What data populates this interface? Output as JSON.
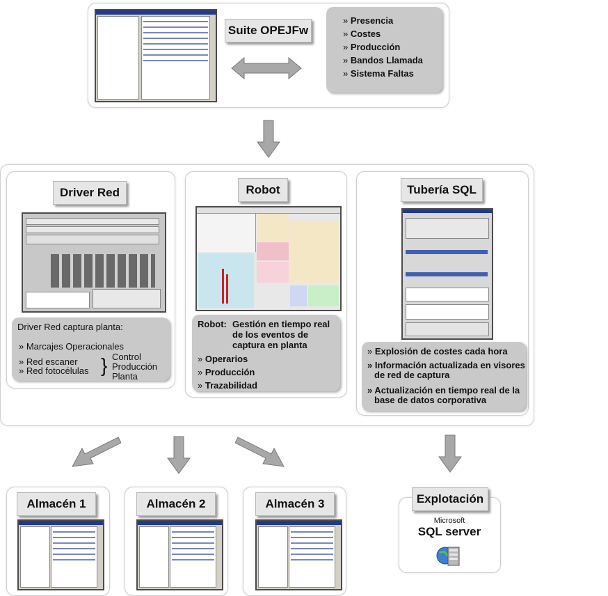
{
  "suite": {
    "title": "Suite OPEJFw",
    "modules": [
      "Presencia",
      "Costes",
      "Producción",
      "Bandos Llamada",
      "Sistema Faltas"
    ]
  },
  "driver_red": {
    "title": "Driver Red",
    "heading": "Driver Red captura planta:",
    "item1": "Marcajes Operacionales",
    "scanner": "Red escaner",
    "photocells": "Red fotocélulas",
    "brace_label_1": "Control",
    "brace_label_2": "Producción",
    "brace_label_3": "Planta"
  },
  "robot": {
    "title": "Robot",
    "label": "Robot:",
    "description": "Gestión en tiempo real de los eventos de captura en planta",
    "items": [
      "Operarios",
      "Producción",
      "Trazabilidad"
    ]
  },
  "tuberia": {
    "title": "Tubería SQL",
    "items": [
      "Explosión de costes cada hora",
      "Información actualizada en visores de red de captura",
      "Actualización en tiempo real de la base de datos corporativa"
    ]
  },
  "almacenes": [
    "Almacén 1",
    "Almacén 2",
    "Almacén 3"
  ],
  "explotacion": {
    "title": "Explotación",
    "ms_label": "Microsoft",
    "sql_label": "SQL server"
  },
  "colors": {
    "panel_border": "#cfcfcf",
    "box_gray": "#c9c9c9",
    "arrow_gray": "#9a9a9a",
    "title_gray": "#e6e6e6"
  }
}
